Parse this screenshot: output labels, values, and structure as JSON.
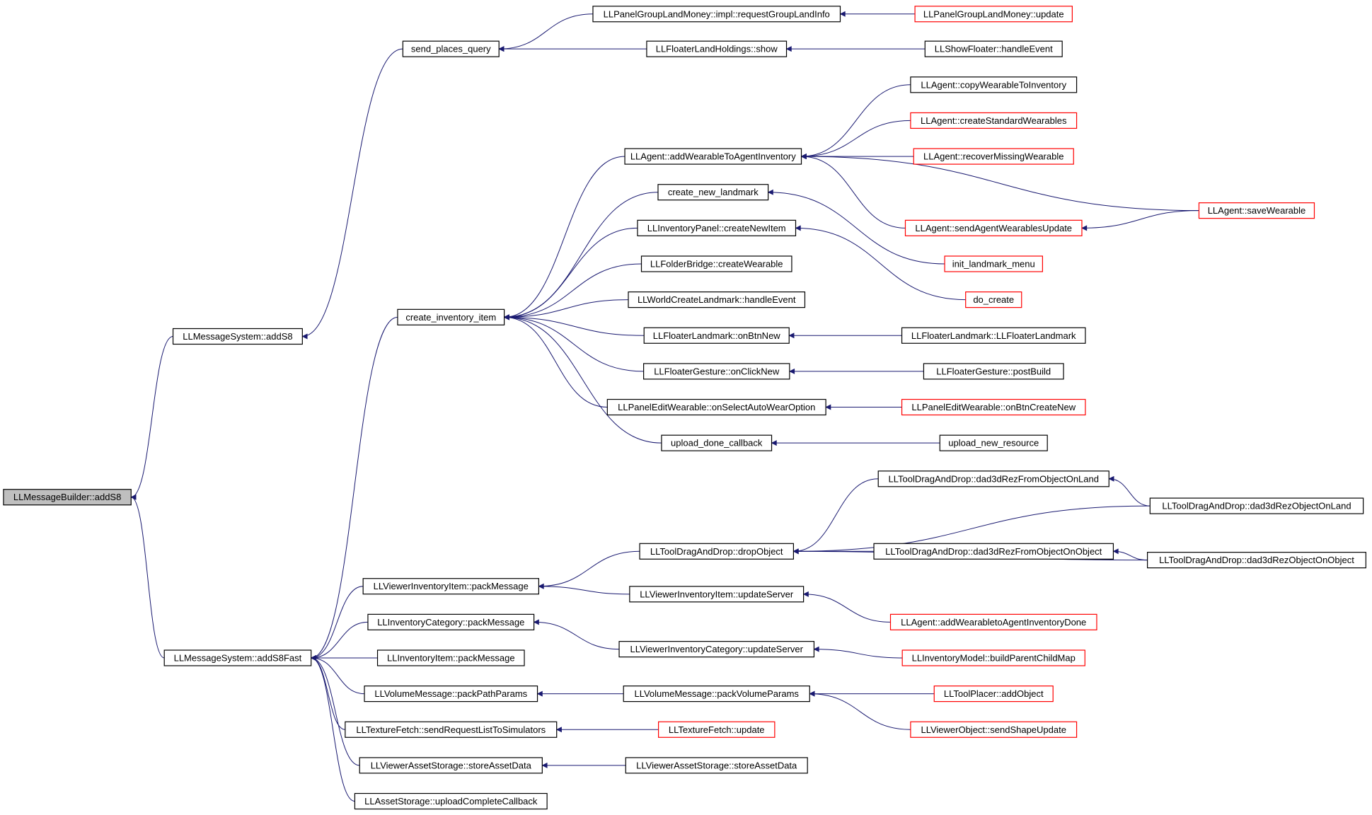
{
  "diagram": {
    "title": "",
    "colors": {
      "edge": "#191970",
      "default_border": "#000000",
      "truncated_border": "#ff0000",
      "focus_fill": "#bfbfbf"
    },
    "nodes": [
      {
        "id": "n1",
        "label": "LLMessageBuilder::addS8",
        "style": "focus"
      },
      {
        "id": "n2",
        "label": "LLMessageSystem::addS8",
        "style": "black"
      },
      {
        "id": "n3",
        "label": "LLMessageSystem::addS8Fast",
        "style": "black"
      },
      {
        "id": "n4",
        "label": "send_places_query",
        "style": "black"
      },
      {
        "id": "n5",
        "label": "LLPanelGroupLandMoney::impl::requestGroupLandInfo",
        "style": "black"
      },
      {
        "id": "n6",
        "label": "LLPanelGroupLandMoney::update",
        "style": "red"
      },
      {
        "id": "n7",
        "label": "LLFloaterLandHoldings::show",
        "style": "black"
      },
      {
        "id": "n8",
        "label": "LLShowFloater::handleEvent",
        "style": "black"
      },
      {
        "id": "n9",
        "label": "create_inventory_item",
        "style": "black"
      },
      {
        "id": "n10",
        "label": "LLAgent::addWearableToAgentInventory",
        "style": "black"
      },
      {
        "id": "n11",
        "label": "LLAgent::copyWearableToInventory",
        "style": "black"
      },
      {
        "id": "n12",
        "label": "LLAgent::createStandardWearables",
        "style": "red"
      },
      {
        "id": "n13",
        "label": "LLAgent::recoverMissingWearable",
        "style": "red"
      },
      {
        "id": "n14",
        "label": "LLAgent::sendAgentWearablesUpdate",
        "style": "red"
      },
      {
        "id": "n15",
        "label": "LLAgent::saveWearable",
        "style": "red"
      },
      {
        "id": "n16",
        "label": "create_new_landmark",
        "style": "black"
      },
      {
        "id": "n17",
        "label": "init_landmark_menu",
        "style": "red"
      },
      {
        "id": "n18",
        "label": "LLInventoryPanel::createNewItem",
        "style": "black"
      },
      {
        "id": "n19",
        "label": "do_create",
        "style": "red"
      },
      {
        "id": "n20",
        "label": "LLFolderBridge::createWearable",
        "style": "black"
      },
      {
        "id": "n21",
        "label": "LLWorldCreateLandmark::handleEvent",
        "style": "black"
      },
      {
        "id": "n22",
        "label": "LLFloaterLandmark::onBtnNew",
        "style": "black"
      },
      {
        "id": "n23",
        "label": "LLFloaterLandmark::LLFloaterLandmark",
        "style": "black"
      },
      {
        "id": "n24",
        "label": "LLFloaterGesture::onClickNew",
        "style": "black"
      },
      {
        "id": "n25",
        "label": "LLFloaterGesture::postBuild",
        "style": "black"
      },
      {
        "id": "n26",
        "label": "LLPanelEditWearable::onSelectAutoWearOption",
        "style": "black"
      },
      {
        "id": "n27",
        "label": "LLPanelEditWearable::onBtnCreateNew",
        "style": "red"
      },
      {
        "id": "n28",
        "label": "upload_done_callback",
        "style": "black"
      },
      {
        "id": "n29",
        "label": "upload_new_resource",
        "style": "black"
      },
      {
        "id": "n30",
        "label": "LLToolDragAndDrop::dad3dRezFromObjectOnLand",
        "style": "black"
      },
      {
        "id": "n31",
        "label": "LLToolDragAndDrop::dad3dRezObjectOnLand",
        "style": "black"
      },
      {
        "id": "n32",
        "label": "LLToolDragAndDrop::dropObject",
        "style": "black"
      },
      {
        "id": "n33",
        "label": "LLToolDragAndDrop::dad3dRezFromObjectOnObject",
        "style": "black"
      },
      {
        "id": "n34",
        "label": "LLToolDragAndDrop::dad3dRezObjectOnObject",
        "style": "black"
      },
      {
        "id": "n35",
        "label": "LLViewerInventoryItem::packMessage",
        "style": "black"
      },
      {
        "id": "n36",
        "label": "LLViewerInventoryItem::updateServer",
        "style": "black"
      },
      {
        "id": "n37",
        "label": "LLAgent::addWearabletoAgentInventoryDone",
        "style": "red"
      },
      {
        "id": "n38",
        "label": "LLInventoryCategory::packMessage",
        "style": "black"
      },
      {
        "id": "n39",
        "label": "LLViewerInventoryCategory::updateServer",
        "style": "black"
      },
      {
        "id": "n40",
        "label": "LLInventoryModel::buildParentChildMap",
        "style": "red"
      },
      {
        "id": "n41",
        "label": "LLInventoryItem::packMessage",
        "style": "black"
      },
      {
        "id": "n42",
        "label": "LLVolumeMessage::packPathParams",
        "style": "black"
      },
      {
        "id": "n43",
        "label": "LLVolumeMessage::packVolumeParams",
        "style": "black"
      },
      {
        "id": "n44",
        "label": "LLToolPlacer::addObject",
        "style": "red"
      },
      {
        "id": "n45",
        "label": "LLViewerObject::sendShapeUpdate",
        "style": "red"
      },
      {
        "id": "n46",
        "label": "LLTextureFetch::sendRequestListToSimulators",
        "style": "black"
      },
      {
        "id": "n47",
        "label": "LLTextureFetch::update",
        "style": "red"
      },
      {
        "id": "n48",
        "label": "LLViewerAssetStorage::storeAssetData",
        "style": "black"
      },
      {
        "id": "n49",
        "label": "LLViewerAssetStorage::storeAssetData",
        "style": "black"
      },
      {
        "id": "n50",
        "label": "LLAssetStorage::uploadCompleteCallback",
        "style": "black"
      }
    ],
    "edges": [
      {
        "from": "n2",
        "to": "n1"
      },
      {
        "from": "n3",
        "to": "n1"
      },
      {
        "from": "n4",
        "to": "n2"
      },
      {
        "from": "n9",
        "to": "n3"
      },
      {
        "from": "n35",
        "to": "n3"
      },
      {
        "from": "n38",
        "to": "n3"
      },
      {
        "from": "n41",
        "to": "n3"
      },
      {
        "from": "n42",
        "to": "n3"
      },
      {
        "from": "n46",
        "to": "n3"
      },
      {
        "from": "n48",
        "to": "n3"
      },
      {
        "from": "n50",
        "to": "n3"
      },
      {
        "from": "n5",
        "to": "n4"
      },
      {
        "from": "n7",
        "to": "n4"
      },
      {
        "from": "n6",
        "to": "n5"
      },
      {
        "from": "n8",
        "to": "n7"
      },
      {
        "from": "n10",
        "to": "n9"
      },
      {
        "from": "n16",
        "to": "n9"
      },
      {
        "from": "n18",
        "to": "n9"
      },
      {
        "from": "n20",
        "to": "n9"
      },
      {
        "from": "n21",
        "to": "n9"
      },
      {
        "from": "n22",
        "to": "n9"
      },
      {
        "from": "n24",
        "to": "n9"
      },
      {
        "from": "n26",
        "to": "n9"
      },
      {
        "from": "n28",
        "to": "n9"
      },
      {
        "from": "n11",
        "to": "n10"
      },
      {
        "from": "n12",
        "to": "n10"
      },
      {
        "from": "n13",
        "to": "n10"
      },
      {
        "from": "n14",
        "to": "n10"
      },
      {
        "from": "n15",
        "to": "n10"
      },
      {
        "from": "n15",
        "to": "n14"
      },
      {
        "from": "n17",
        "to": "n16"
      },
      {
        "from": "n19",
        "to": "n18"
      },
      {
        "from": "n23",
        "to": "n22"
      },
      {
        "from": "n25",
        "to": "n24"
      },
      {
        "from": "n27",
        "to": "n26"
      },
      {
        "from": "n29",
        "to": "n28"
      },
      {
        "from": "n32",
        "to": "n35"
      },
      {
        "from": "n36",
        "to": "n35"
      },
      {
        "from": "n30",
        "to": "n32"
      },
      {
        "from": "n31",
        "to": "n32"
      },
      {
        "from": "n33",
        "to": "n32"
      },
      {
        "from": "n34",
        "to": "n32"
      },
      {
        "from": "n31",
        "to": "n30"
      },
      {
        "from": "n34",
        "to": "n33"
      },
      {
        "from": "n37",
        "to": "n36"
      },
      {
        "from": "n39",
        "to": "n38"
      },
      {
        "from": "n40",
        "to": "n39"
      },
      {
        "from": "n43",
        "to": "n42"
      },
      {
        "from": "n44",
        "to": "n43"
      },
      {
        "from": "n45",
        "to": "n43"
      },
      {
        "from": "n47",
        "to": "n46"
      },
      {
        "from": "n49",
        "to": "n48"
      }
    ]
  }
}
